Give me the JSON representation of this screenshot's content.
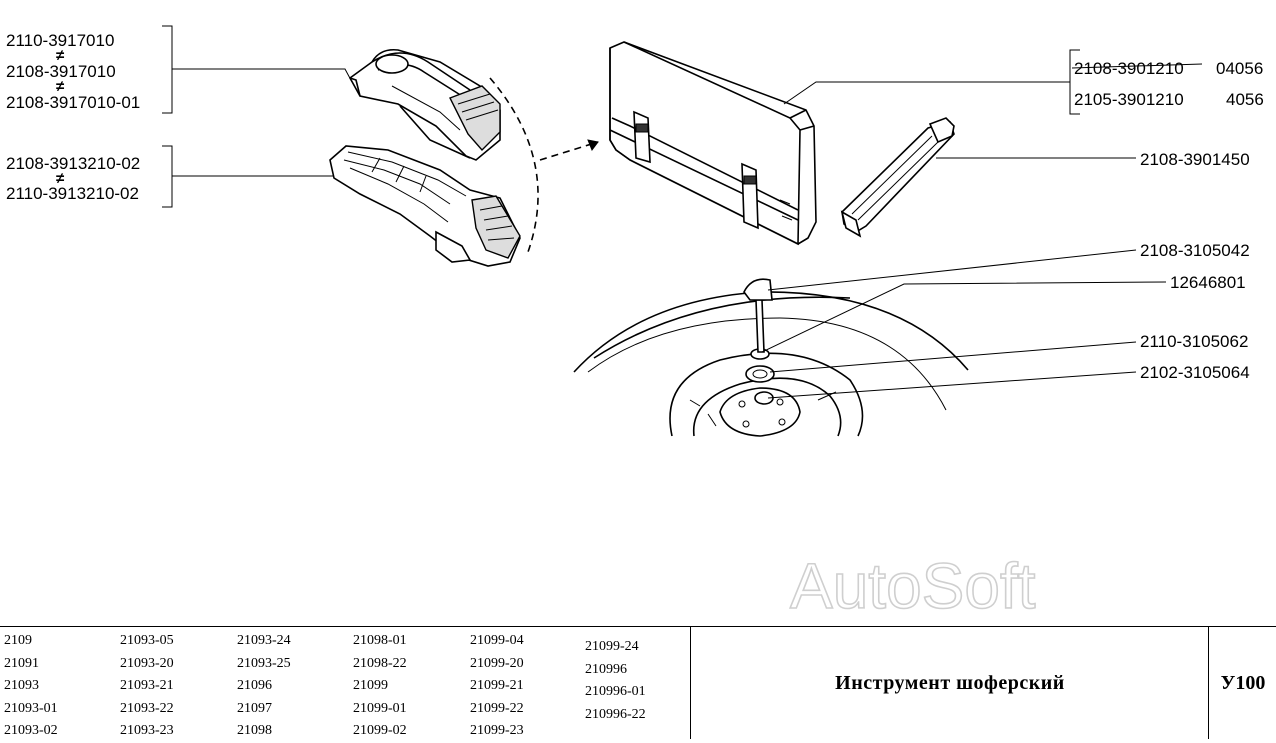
{
  "labels": {
    "jack_a_1": "2110-3917010",
    "jack_a_2": "2108-3917010",
    "jack_a_3": "2108-3917010-01",
    "jack_b_1": "2108-3913210-02",
    "jack_b_2": "2110-3913210-02",
    "bag_1": "2108-3901210",
    "bag_1_alt": "04056",
    "bag_2": "2105-3901210",
    "bag_2_alt": "4056",
    "wrench": "2108-3901450",
    "bolt": "2108-3105042",
    "washer": "12646801",
    "cup": "2110-3105062",
    "bushing": "2102-3105064"
  },
  "not_equal_symbol": "≠",
  "watermark": "AutoSoft",
  "models": {
    "col1": [
      "2109",
      "21091",
      "21093",
      "21093-01",
      "21093-02"
    ],
    "col2": [
      "21093-05",
      "21093-20",
      "21093-21",
      "21093-22",
      "21093-23"
    ],
    "col3": [
      "21093-24",
      "21093-25",
      "21096",
      "21097",
      "21098"
    ],
    "col4": [
      "21098-01",
      "21098-22",
      "21099",
      "21099-01",
      "21099-02"
    ],
    "col5": [
      "21099-04",
      "21099-20",
      "21099-21",
      "21099-22",
      "21099-23"
    ],
    "col6": [
      "21099-24",
      "210996",
      "210996-01",
      "210996-22"
    ]
  },
  "title": "Инструмент шоферский",
  "page_code": "У100"
}
